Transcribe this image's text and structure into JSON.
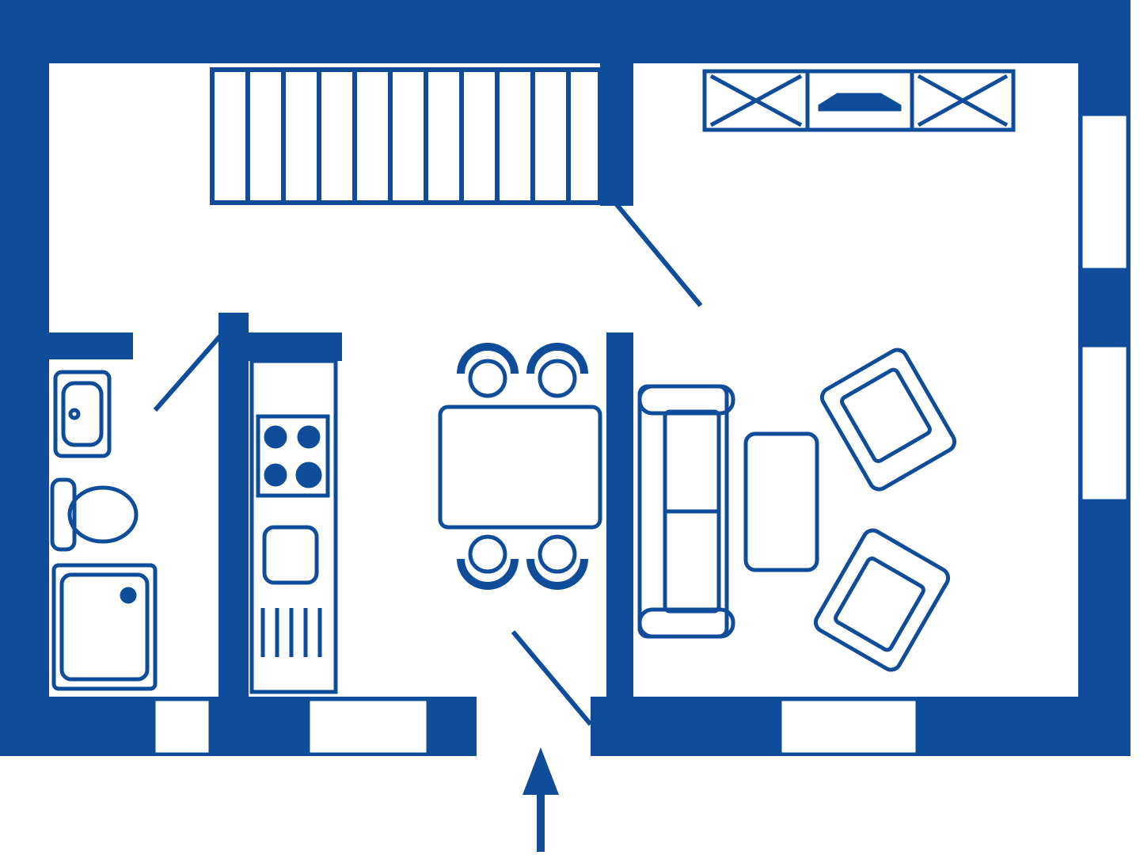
{
  "colors": {
    "wall": "#0f4d9a",
    "background": "#ffffff"
  },
  "rooms": [
    "entrance-hall",
    "bathroom",
    "kitchen",
    "dining-area",
    "living-room",
    "staircase"
  ],
  "symbols": {
    "entrance": "arrow-up-icon",
    "bathroom": [
      "sink-icon",
      "toilet-icon",
      "shower-tray-icon"
    ],
    "kitchen": [
      "stove-icon",
      "kitchen-sink-icon",
      "dishwasher-icon"
    ],
    "dining": [
      "dining-table-icon",
      "chair-icon"
    ],
    "living": [
      "sofa-icon",
      "coffee-table-icon",
      "armchair-icon",
      "fireplace-icon"
    ],
    "stairs": "stairs-icon",
    "doors": "door-swing-icon"
  }
}
